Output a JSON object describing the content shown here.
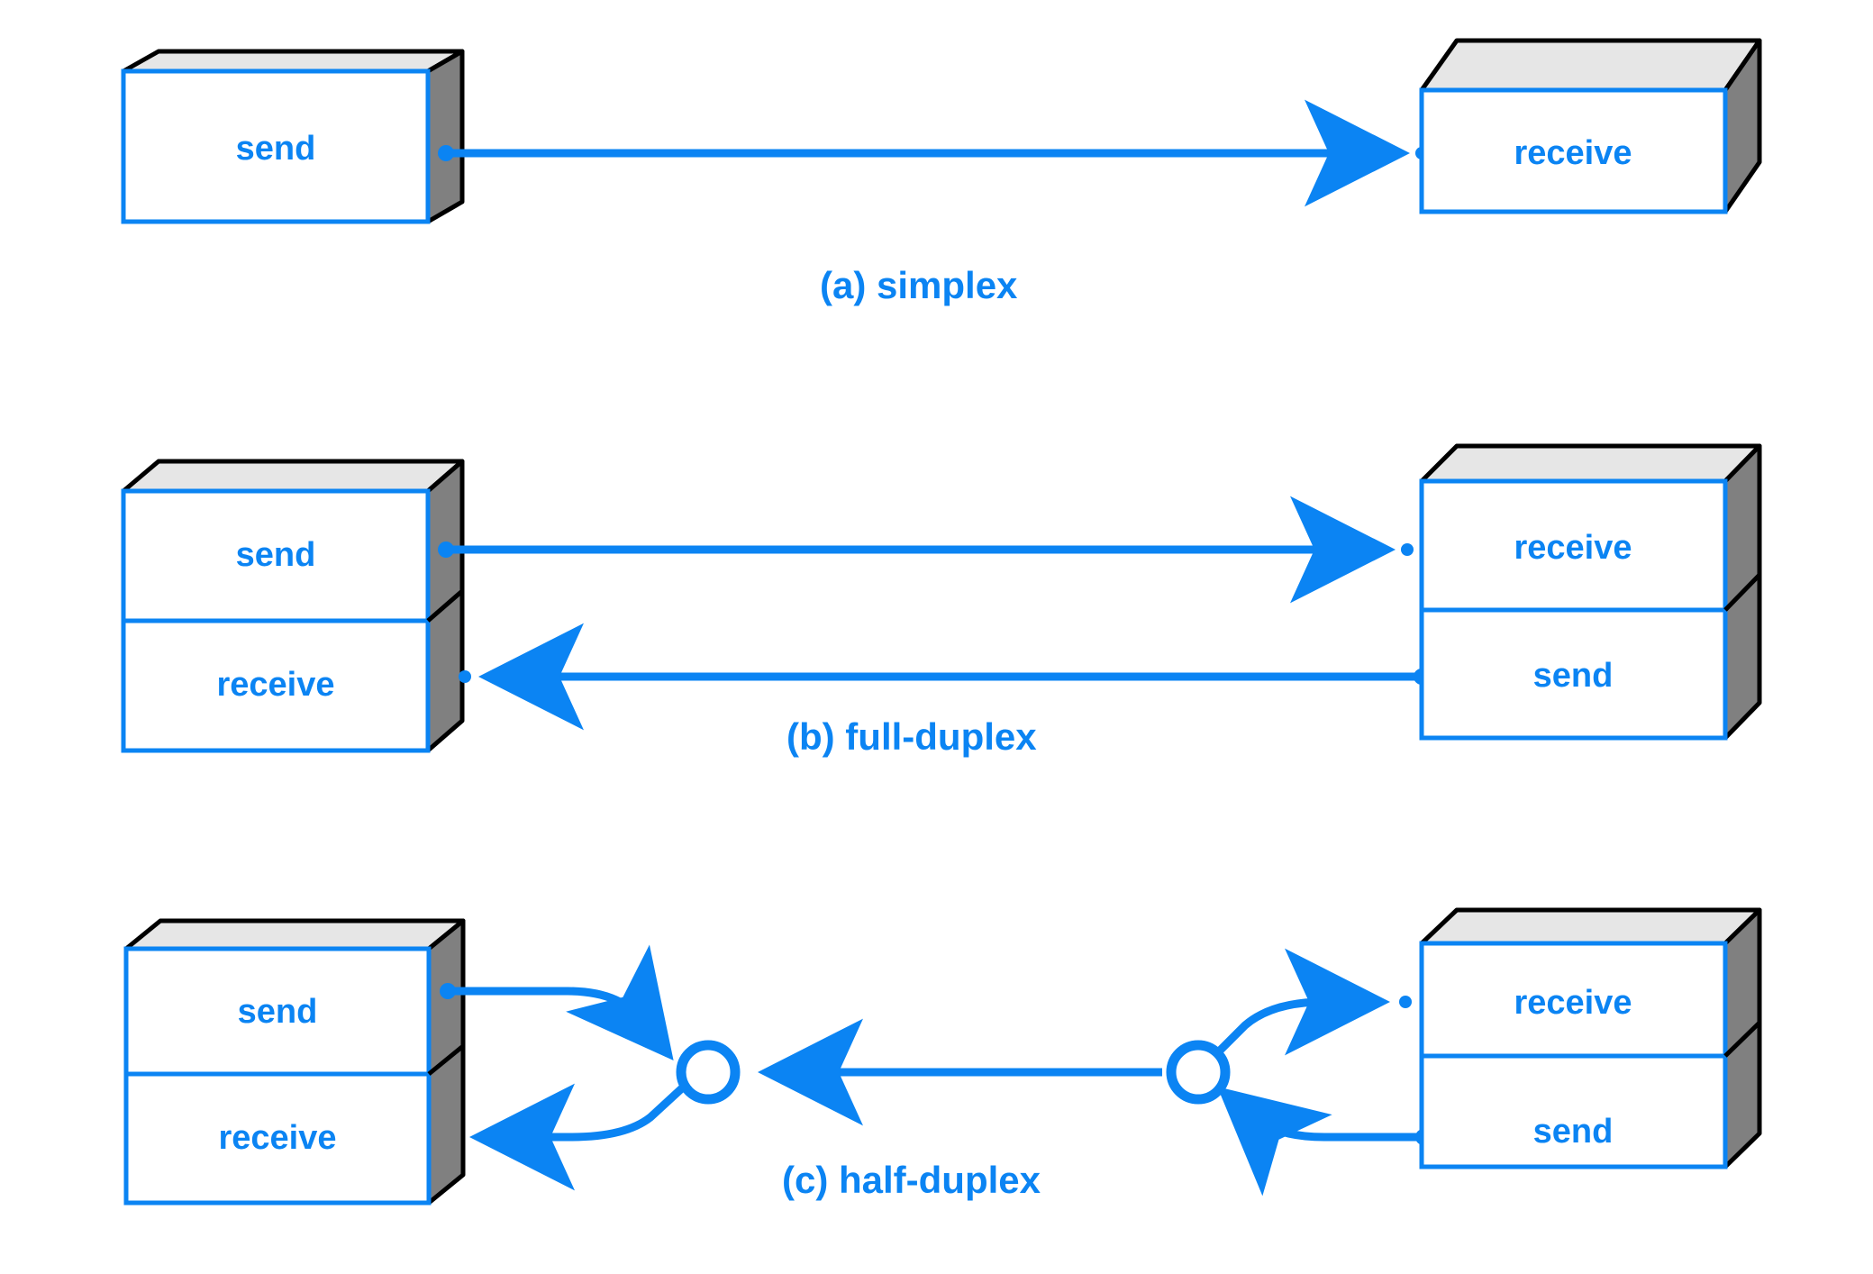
{
  "figure": {
    "title": "Communication modes diagram",
    "background_color": "#ffffff",
    "accent_color": "#0b84f3",
    "box_top_face_color": "#e6e6e6",
    "box_side_face_color": "#808080",
    "box_front_face_color": "#ffffff",
    "outline_color": "#000000"
  },
  "panels": [
    {
      "id": "a",
      "caption": "(a)  simplex",
      "caption_letter": "(a)",
      "caption_word": "simplex",
      "left_device": {
        "compartments": [
          "send"
        ]
      },
      "right_device": {
        "compartments": [
          "receive"
        ]
      },
      "links": [
        {
          "direction": "left-to-right",
          "from": "send",
          "to": "receive",
          "style": "straight-arrow"
        }
      ]
    },
    {
      "id": "b",
      "caption": "(b)  full-duplex",
      "caption_letter": "(b)",
      "caption_word": "full-duplex",
      "left_device": {
        "compartments": [
          "send",
          "receive"
        ]
      },
      "right_device": {
        "compartments": [
          "receive",
          "send"
        ]
      },
      "links": [
        {
          "direction": "left-to-right",
          "from": "send",
          "to": "receive",
          "style": "straight-arrow"
        },
        {
          "direction": "right-to-left",
          "from": "send",
          "to": "receive",
          "style": "straight-arrow"
        }
      ]
    },
    {
      "id": "c",
      "caption": "(c)  half-duplex",
      "caption_letter": "(c)",
      "caption_word": "half-duplex",
      "left_device": {
        "compartments": [
          "send",
          "receive"
        ]
      },
      "right_device": {
        "compartments": [
          "receive",
          "send"
        ]
      },
      "links": [
        {
          "direction": "left-to-right",
          "from": "send",
          "to": "junction-left",
          "style": "curved-arrow"
        },
        {
          "direction": "right-to-left",
          "from": "junction-left",
          "to": "receive",
          "style": "curved-arrow"
        },
        {
          "direction": "right-to-left",
          "from": "junction-right",
          "to": "junction-left",
          "style": "straight-arrow"
        },
        {
          "direction": "left-to-right",
          "from": "junction-right",
          "to": "receive",
          "style": "curved-arrow"
        },
        {
          "direction": "right-to-left",
          "from": "send",
          "to": "junction-right",
          "style": "curved-arrow"
        }
      ],
      "junctions": [
        "junction-left",
        "junction-right"
      ]
    }
  ],
  "labels": {
    "send": "send",
    "receive": "receive"
  }
}
